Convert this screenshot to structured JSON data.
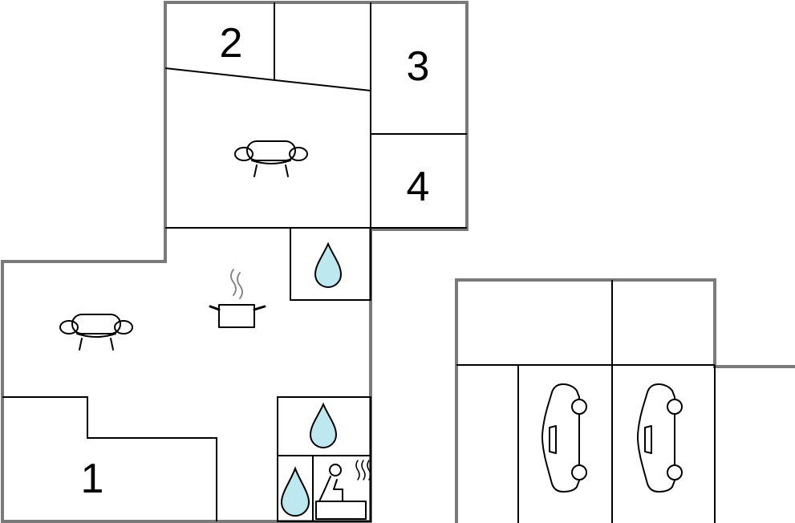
{
  "floorplan": {
    "rooms": [
      {
        "label": "1"
      },
      {
        "label": "2"
      },
      {
        "label": "3"
      },
      {
        "label": "4"
      }
    ],
    "icons": [
      "sofa-icon",
      "sofa-icon",
      "cooking-pot-icon",
      "water-drop-icon",
      "water-drop-icon",
      "water-drop-icon",
      "sauna-icon",
      "car-icon",
      "car-icon"
    ],
    "colors": {
      "wall": "#7a7a7a",
      "line": "#000000",
      "water": "#bde8f0",
      "background": "#ffffff"
    }
  }
}
